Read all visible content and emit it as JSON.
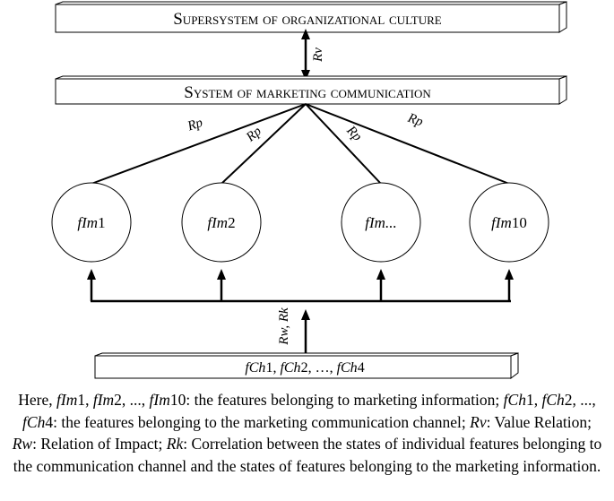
{
  "supersystem": {
    "label": "Supersystem of organizational culture"
  },
  "system": {
    "label": "System of marketing communication"
  },
  "relations": {
    "rv": "Rv",
    "rp": [
      "Rp",
      "Rp",
      "Rp",
      "Rp"
    ],
    "rw_rk": "Rw, Rk"
  },
  "features": {
    "nodes": [
      {
        "prefix": "fIm",
        "suffix": "1"
      },
      {
        "prefix": "fIm",
        "suffix": "2"
      },
      {
        "prefix": "fIm",
        "suffix": "..."
      },
      {
        "prefix": "fIm",
        "suffix": "10"
      }
    ]
  },
  "channel": {
    "items": [
      {
        "prefix": "fCh",
        "suffix": "1"
      },
      {
        "prefix": "fCh",
        "suffix": "2"
      },
      {
        "prefix": "fCh",
        "suffix": "4"
      }
    ],
    "separator": ", ",
    "ellipsis": "…"
  },
  "caption": {
    "segments": [
      {
        "text": "Here, ",
        "italic": false
      },
      {
        "text": "fIm",
        "italic": true
      },
      {
        "text": "1, ",
        "italic": false
      },
      {
        "text": "fIm",
        "italic": true
      },
      {
        "text": "2, ..., ",
        "italic": false
      },
      {
        "text": "fIm",
        "italic": true
      },
      {
        "text": "10: the features belonging to marketing information; ",
        "italic": false
      },
      {
        "text": "fCh",
        "italic": true
      },
      {
        "text": "1, ",
        "italic": false
      },
      {
        "text": "fCh",
        "italic": true
      },
      {
        "text": "2, ..., ",
        "italic": false
      },
      {
        "text": "fCh",
        "italic": true
      },
      {
        "text": "4: the features belonging to the marketing communication channel; ",
        "italic": false
      },
      {
        "text": "Rv",
        "italic": true
      },
      {
        "text": ": Value Relation; ",
        "italic": false
      },
      {
        "text": "Rw",
        "italic": true
      },
      {
        "text": ": Relation of Impact; ",
        "italic": false
      },
      {
        "text": "Rk",
        "italic": true
      },
      {
        "text": ": Correlation between the states of individual features belonging to the communication channel and the states of features belonging to the marketing information.",
        "italic": false
      }
    ]
  }
}
